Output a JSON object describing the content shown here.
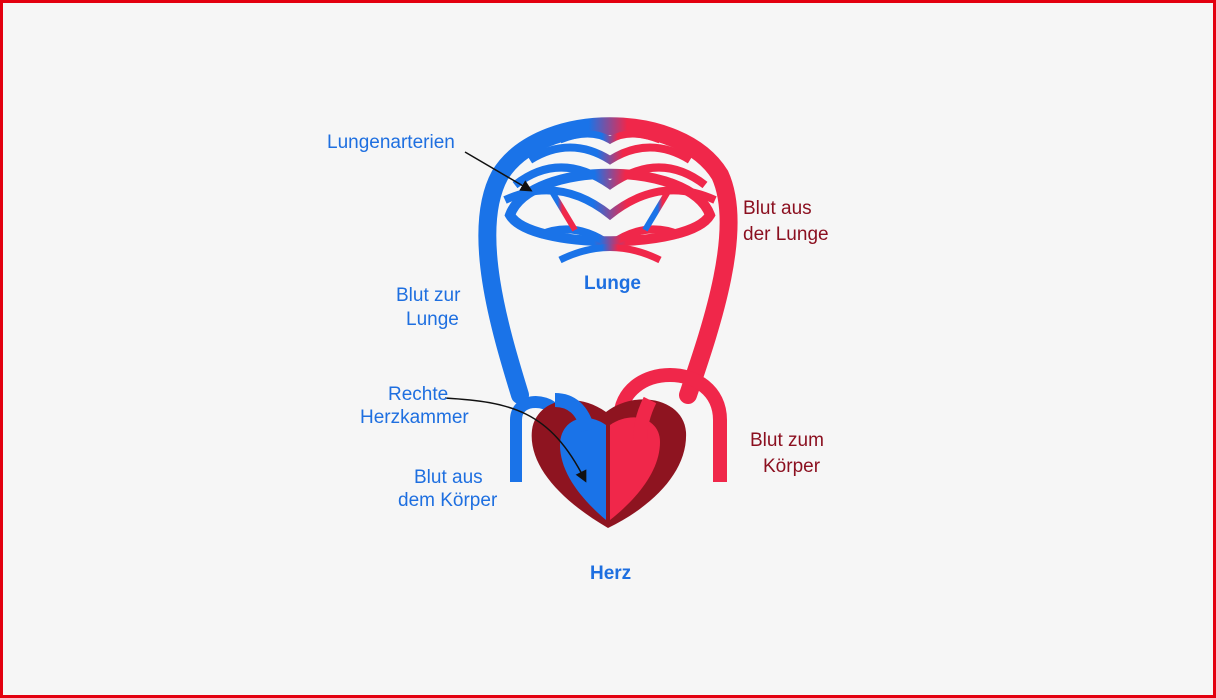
{
  "colors": {
    "blue": "#1e6fe0",
    "vessel_blue": "#1a73e8",
    "vessel_red": "#f0274a",
    "label_red": "#8b0f1f",
    "heart_dark": "#8e1420",
    "frame": "#e3000f"
  },
  "labels": {
    "lungenarterien": "Lungenarterien",
    "blut_aus_lunge_1": "Blut aus",
    "blut_aus_lunge_2": "der Lunge",
    "blut_zur_lunge_1": "Blut zur",
    "blut_zur_lunge_2": "Lunge",
    "lunge": "Lunge",
    "rechte_1": "Rechte",
    "rechte_2": "Herzkammer",
    "blut_zum_koerper_1": "Blut zum",
    "blut_zum_koerper_2": "Körper",
    "blut_aus_koerper_1": "Blut aus",
    "blut_aus_koerper_2": "dem Körper",
    "herz": "Herz"
  }
}
